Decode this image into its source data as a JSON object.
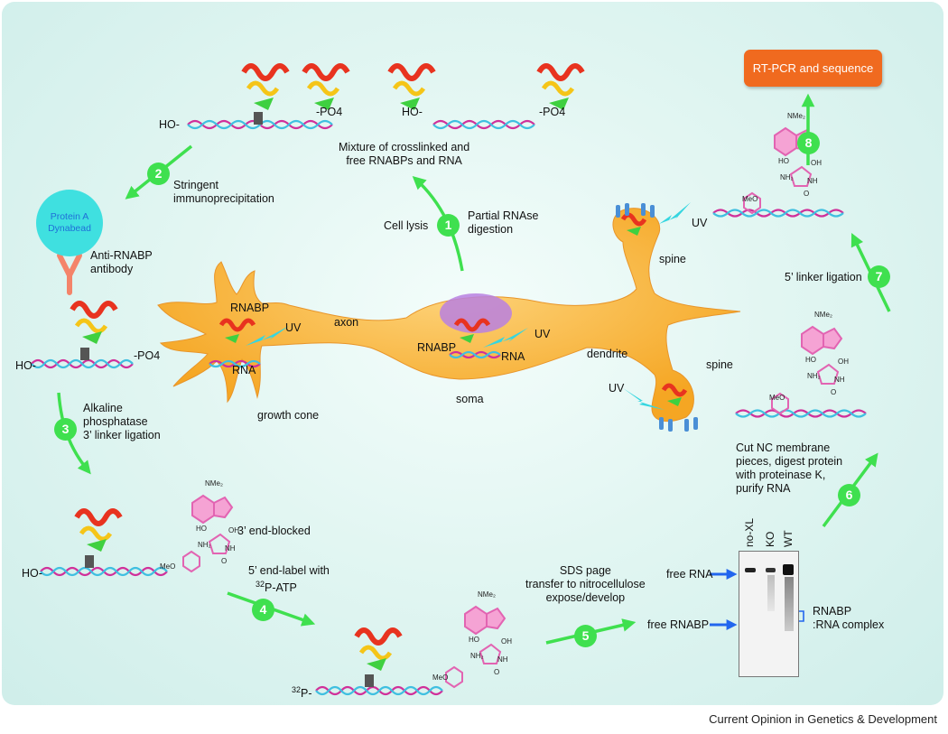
{
  "colors": {
    "background": "#dff5f1",
    "neuron": "#fbc04a",
    "nucleus": "#b880e0",
    "arrow": "#3fe04f",
    "badge": "#3fe04f",
    "orange_box": "#f06a1f",
    "dynabead": "#3fe0e0",
    "antibody": "#f4846a",
    "uv_bolt": "#35d6e0",
    "blue_arrow": "#2266ee"
  },
  "rna_ends": {
    "ho": "HO-",
    "po4": "-PO4",
    "p32_mass": "32",
    "p32_suffix": "P-"
  },
  "modification": {
    "base_label": "NMe₂",
    "ho_label": "HO",
    "oh_label": "OH",
    "nh2_label": "NH₂",
    "nh_label": "NH",
    "o_label": "O",
    "meo_label": "MeO"
  },
  "top": {
    "mixture_label": "Mixture of crosslinked and\nfree RNABPs and RNA",
    "box_label": "RT-PCR and sequence"
  },
  "steps": [
    {
      "number": "1",
      "label": "Partial RNAse\ndigestion",
      "extra": "Cell lysis"
    },
    {
      "number": "2",
      "label": "Stringent\nimmunoprecipitation"
    },
    {
      "number": "3",
      "label": "Alkaline\nphosphatase\n3’ linker ligation"
    },
    {
      "number": "4",
      "label": "5’ end-label with",
      "label_sup": "32",
      "label_rest": "P-ATP"
    },
    {
      "number": "5",
      "label": "SDS page\ntransfer to nitrocellulose\nexpose/develop"
    },
    {
      "number": "6",
      "label": "Cut NC membrane\npieces, digest protein\nwith proteinase K,\npurify RNA"
    },
    {
      "number": "7",
      "label": "5’ linker ligation"
    },
    {
      "number": "8",
      "label": ""
    }
  ],
  "left": {
    "bead_label": "Protein A\nDynabead",
    "antibody_label": "Anti-RNABP\nantibody",
    "end_blocked": "3’ end-blocked"
  },
  "neuron": {
    "rnabp_1": "RNABP",
    "uv_1": "UV",
    "axon": "axon",
    "rna_1": "RNA",
    "growth_cone": "growth cone",
    "rnabp_2": "RNABP",
    "uv_2": "UV",
    "rna_2": "RNA",
    "soma": "soma",
    "dendrite": "dendrite",
    "uv_3": "UV",
    "spine_top": "spine",
    "uv_4": "UV",
    "spine_bottom": "spine"
  },
  "gel": {
    "lanes": [
      "no-XL",
      "KO",
      "WT"
    ],
    "free_rna": "free RNA",
    "free_rnabp": "free RNABP",
    "complex_label": "RNABP\n:RNA complex"
  },
  "credit": "Current Opinion in Genetics & Development"
}
